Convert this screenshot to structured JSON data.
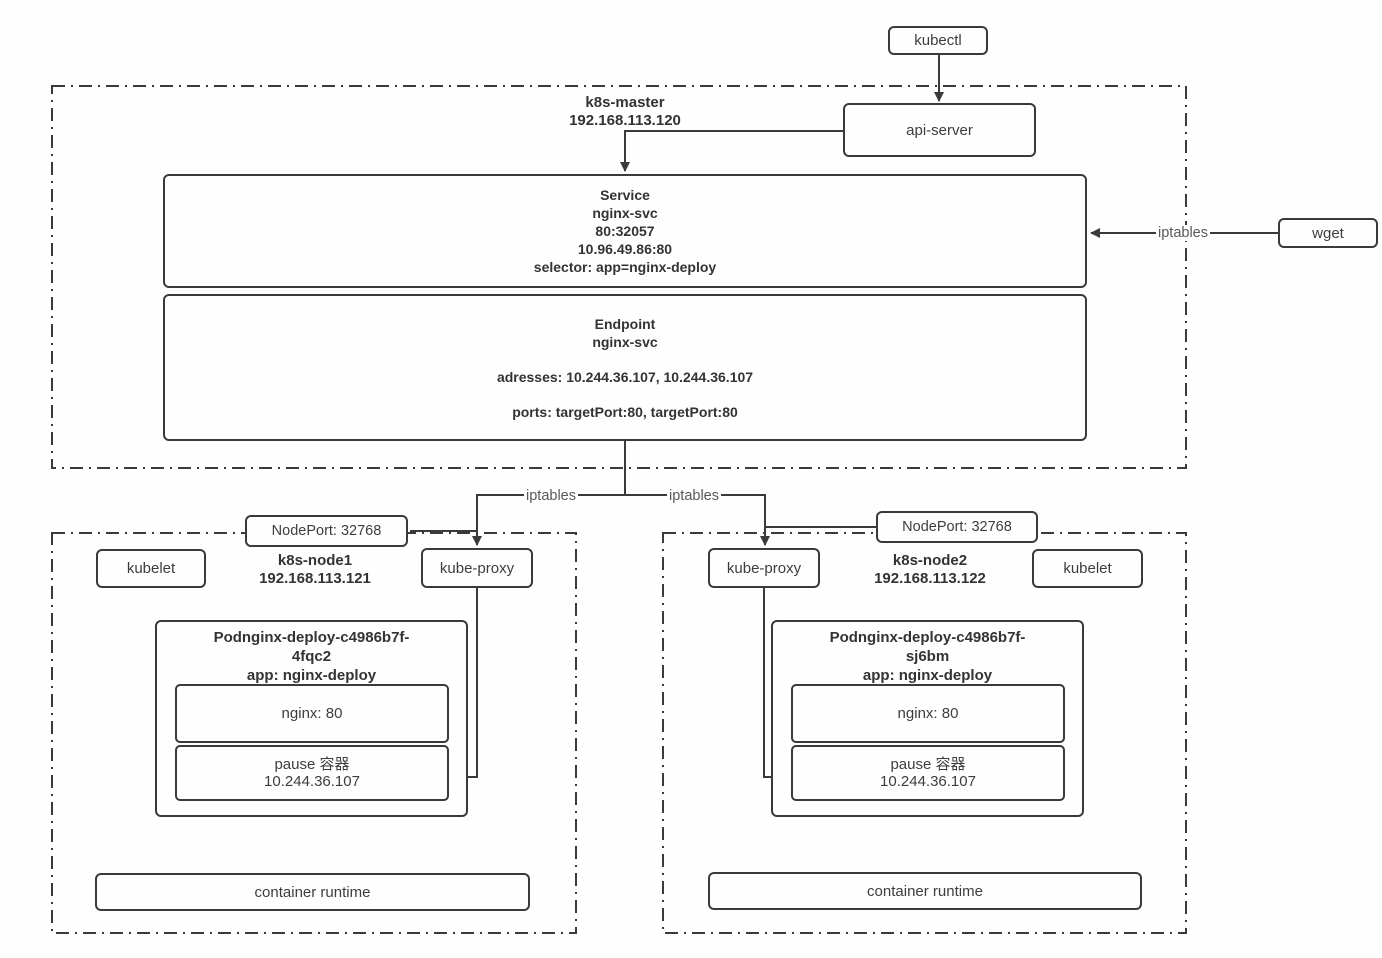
{
  "diagram": {
    "kubectl": "kubectl",
    "api_server": "api-server",
    "wget": "wget",
    "iptables_wget": "iptables",
    "iptables_left": "iptables",
    "iptables_right": "iptables",
    "master": {
      "name": "k8s-master",
      "ip": "192.168.113.120",
      "service": {
        "lines": [
          "Service",
          "nginx-svc",
          "80:32057",
          "10.96.49.86:80",
          "selector: app=nginx-deploy"
        ]
      },
      "endpoint": {
        "title": "Endpoint",
        "name": "nginx-svc",
        "addresses": "adresses: 10.244.36.107, 10.244.36.107",
        "ports": "ports: targetPort:80, targetPort:80"
      }
    },
    "nodes": [
      {
        "name": "k8s-node1",
        "ip": "192.168.113.121",
        "nodeport": "NodePort: 32768",
        "kubelet": "kubelet",
        "kube_proxy": "kube-proxy",
        "pod": {
          "title1": "Podnginx-deploy-c4986b7f-",
          "title2": "4fqc2",
          "title3": "app: nginx-deploy",
          "nginx": "nginx: 80",
          "pause1": "pause 容器",
          "pause2": "10.244.36.107"
        },
        "runtime": "container runtime"
      },
      {
        "name": "k8s-node2",
        "ip": "192.168.113.122",
        "nodeport": "NodePort: 32768",
        "kubelet": "kubelet",
        "kube_proxy": "kube-proxy",
        "pod": {
          "title1": "Podnginx-deploy-c4986b7f-",
          "title2": "sj6bm",
          "title3": "app: nginx-deploy",
          "nginx": "nginx: 80",
          "pause1": "pause 容器",
          "pause2": "10.244.36.107"
        },
        "runtime": "container runtime"
      }
    ]
  },
  "colors": {
    "line": "#3a3a3a",
    "text": "#333333",
    "muted_label": "#595959",
    "background": "#fefefe"
  }
}
